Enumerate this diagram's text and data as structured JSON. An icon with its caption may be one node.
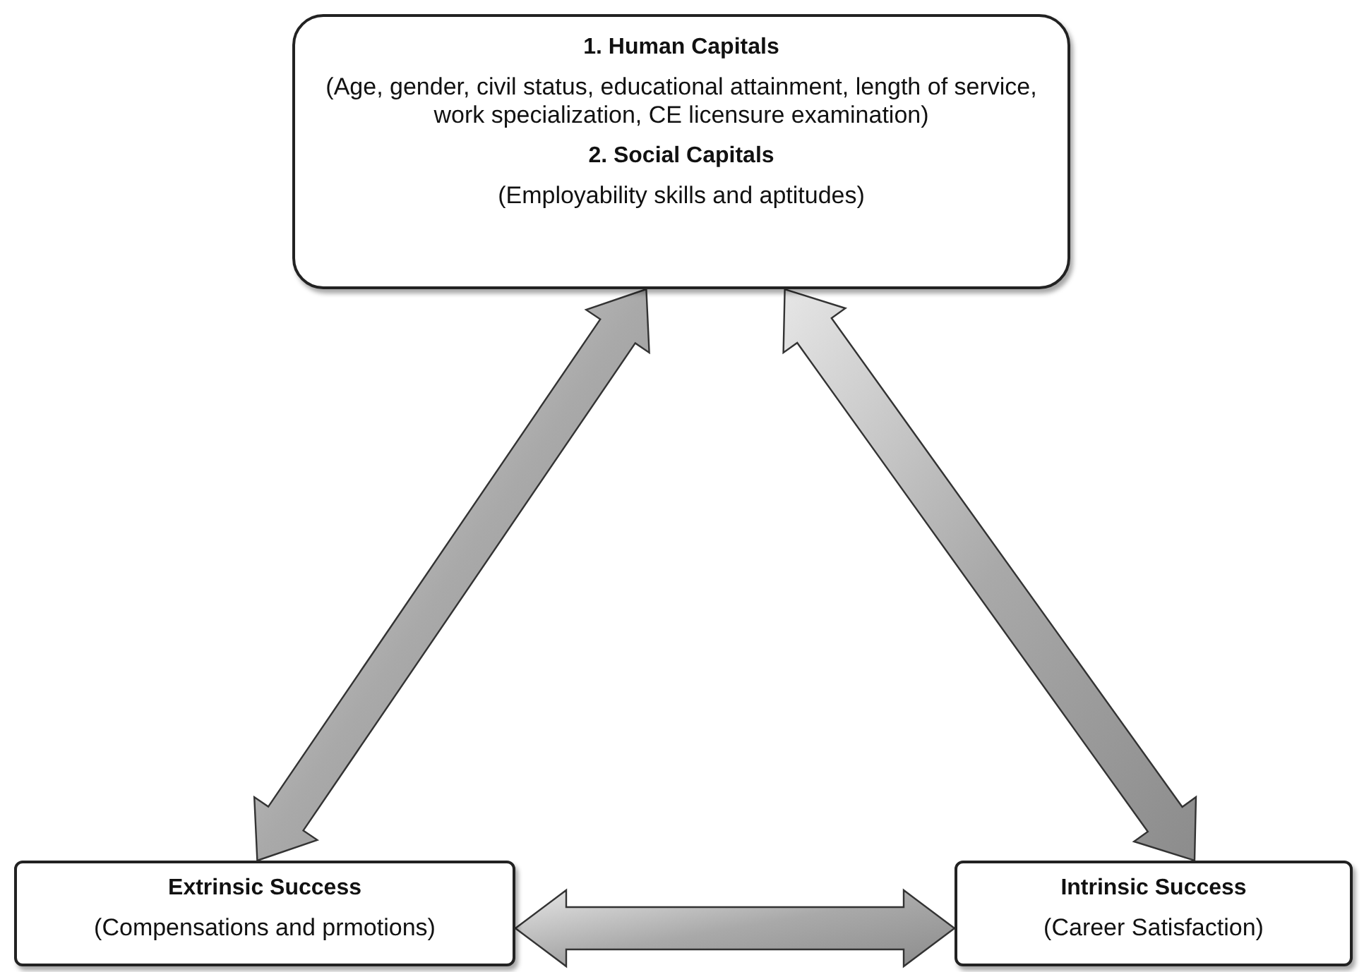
{
  "diagram": {
    "nodes": [
      {
        "text": [
          "1. Human Capitals",
          "(Age, gender, civil status, educational attainment, length of service, work specialization, CE licensure examination)",
          "2. Social Capitals",
          "(Employability skills and aptitudes)"
        ]
      },
      {
        "text": [
          "Extrinsic Success",
          "(Compensations and prmotions)"
        ]
      },
      {
        "text": [
          "Intrinsic Success",
          "(Career Satisfaction)"
        ]
      }
    ],
    "edges": [
      {
        "from": 0,
        "to": 1,
        "arrow": "both",
        "style": "thick"
      },
      {
        "from": 0,
        "to": 2,
        "arrow": "both",
        "style": "thick"
      },
      {
        "from": 1,
        "to": 2,
        "arrow": "both",
        "style": "thick"
      }
    ]
  }
}
